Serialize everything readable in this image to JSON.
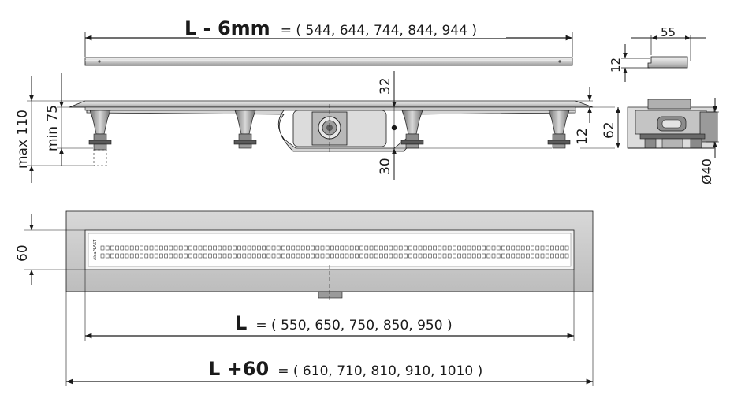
{
  "top_dimension": {
    "prefix": "L - 6mm",
    "suffix": "= ( 544, 644, 744, 844, 944 )"
  },
  "middle_dimension": {
    "prefix": "L",
    "suffix": "= ( 550, 650, 750, 850, 950 )"
  },
  "bottom_dimension": {
    "prefix": "L +60",
    "suffix": "= ( 610, 710, 810, 910, 1010 )"
  },
  "side_labels": {
    "max_110": "max 110",
    "min_75": "min 75",
    "d32": "32",
    "d30": "30",
    "d12_side": "12",
    "d62": "62",
    "d12_profile": "12",
    "d55": "55",
    "d40": "Ø40",
    "d60": "60"
  },
  "brand_mark": "AlcaPLAST",
  "colors": {
    "line": "#1a1a1a",
    "steel_light": "#e6e6e6",
    "steel_mid": "#bcbcbc",
    "steel_dark": "#7a7a7a",
    "frame_grey": "#c8c8c8"
  }
}
